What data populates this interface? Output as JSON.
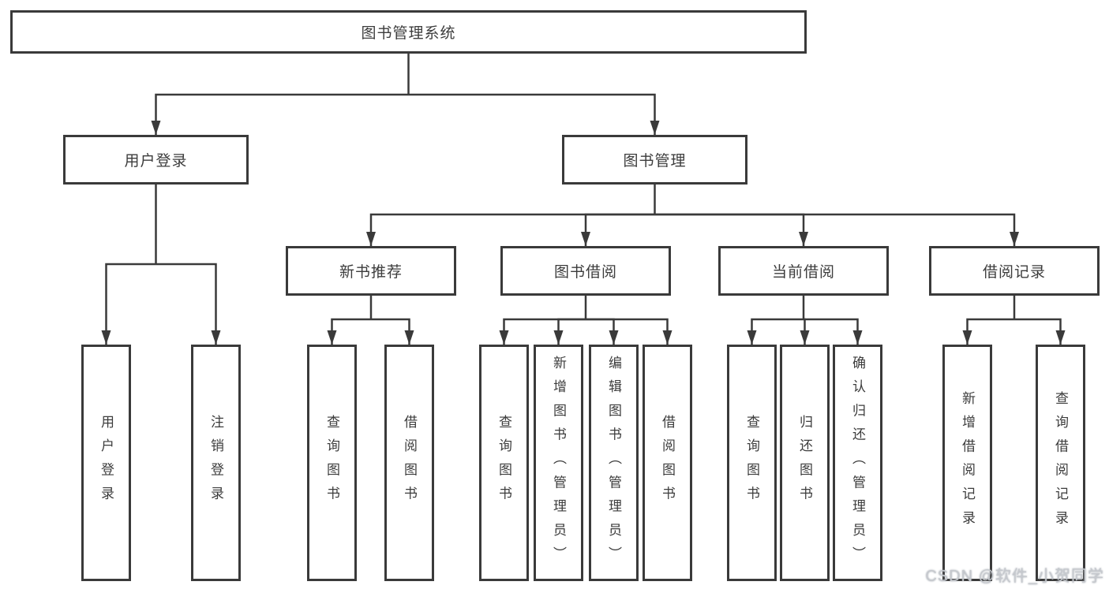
{
  "tree": {
    "label": "图书管理系统",
    "children": [
      {
        "label": "用户登录",
        "children": [
          {
            "label": "用户登录"
          },
          {
            "label": "注销登录"
          }
        ]
      },
      {
        "label": "图书管理",
        "children": [
          {
            "label": "新书推荐",
            "children": [
              {
                "label": "查询图书"
              },
              {
                "label": "借阅图书"
              }
            ]
          },
          {
            "label": "图书借阅",
            "children": [
              {
                "label": "查询图书"
              },
              {
                "label": "新增图书（管理员）"
              },
              {
                "label": "编辑图书（管理员）"
              },
              {
                "label": "借阅图书"
              }
            ]
          },
          {
            "label": "当前借阅",
            "children": [
              {
                "label": "查询图书"
              },
              {
                "label": "归还图书"
              },
              {
                "label": "确认归还（管理员）"
              }
            ]
          },
          {
            "label": "借阅记录",
            "children": [
              {
                "label": "新增借阅记录"
              },
              {
                "label": "查询借阅记录"
              }
            ]
          }
        ]
      }
    ]
  },
  "watermark": "CSDN @软件_小贺同学",
  "colors": {
    "line": "#3a3a3a",
    "text": "#3c3c3c",
    "background": "#ffffff",
    "watermark": "#c6c9ce"
  }
}
